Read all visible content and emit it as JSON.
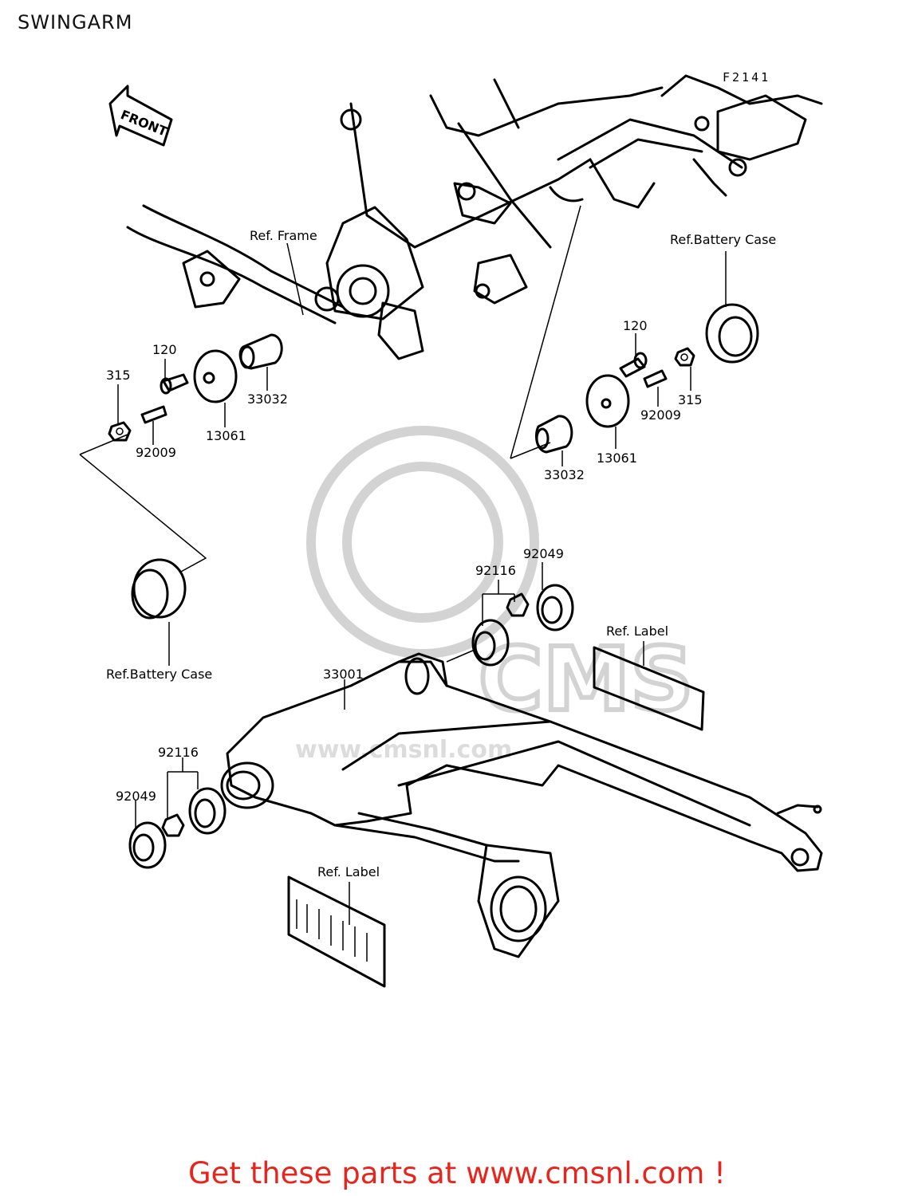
{
  "page": {
    "title": "SWINGARM",
    "figure_code": "F2141",
    "footer": "Get these parts at www.cmsnl.com !"
  },
  "watermark": {
    "brand": "CMS",
    "url": "www.cmsnl.com"
  },
  "direction_arrow": {
    "label": "FRONT"
  },
  "references": {
    "frame": "Ref. Frame",
    "battery_case_right": "Ref.Battery Case",
    "battery_case_left": "Ref.Battery Case",
    "label_right": "Ref. Label",
    "label_bottom": "Ref. Label"
  },
  "part_numbers": {
    "left_315": "315",
    "left_120": "120",
    "left_33032": "33032",
    "left_13061": "13061",
    "left_92009": "92009",
    "right_120": "120",
    "right_315": "315",
    "right_92009": "92009",
    "right_13061": "13061",
    "right_33032": "33032",
    "swingarm_33001": "33001",
    "upper_92116": "92116",
    "upper_92049": "92049",
    "lower_92116": "92116",
    "lower_92049": "92049"
  },
  "colors": {
    "footer_text": "#e8251c",
    "line_art": "#000000",
    "watermark": "#d3d3d3"
  }
}
